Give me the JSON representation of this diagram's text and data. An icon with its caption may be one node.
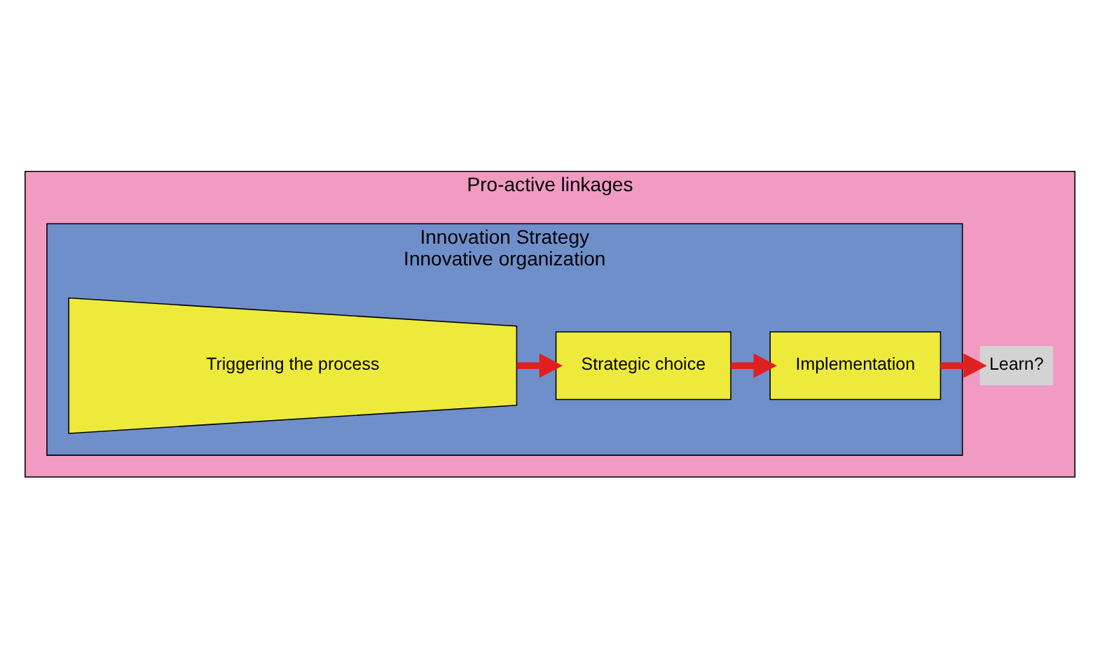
{
  "diagram": {
    "nodes": [
      {
        "text": [
          "Pro-active linkages"
        ]
      },
      {
        "text": [
          "Innovation Strategy",
          "Innovative organization"
        ],
        "in": 0
      },
      {
        "text": [
          "Triggering the process"
        ],
        "in": 1
      },
      {
        "text": [
          "Strategic choice"
        ],
        "in": 1
      },
      {
        "text": [
          "Implementation"
        ],
        "in": 1
      },
      {
        "text": [
          "Learn?"
        ],
        "in": 0
      }
    ],
    "edges": [
      {
        "from": 2,
        "to": 3,
        "arrow": "to"
      },
      {
        "from": 3,
        "to": 4,
        "arrow": "to"
      },
      {
        "from": 4,
        "to": 5,
        "arrow": "to"
      }
    ]
  }
}
